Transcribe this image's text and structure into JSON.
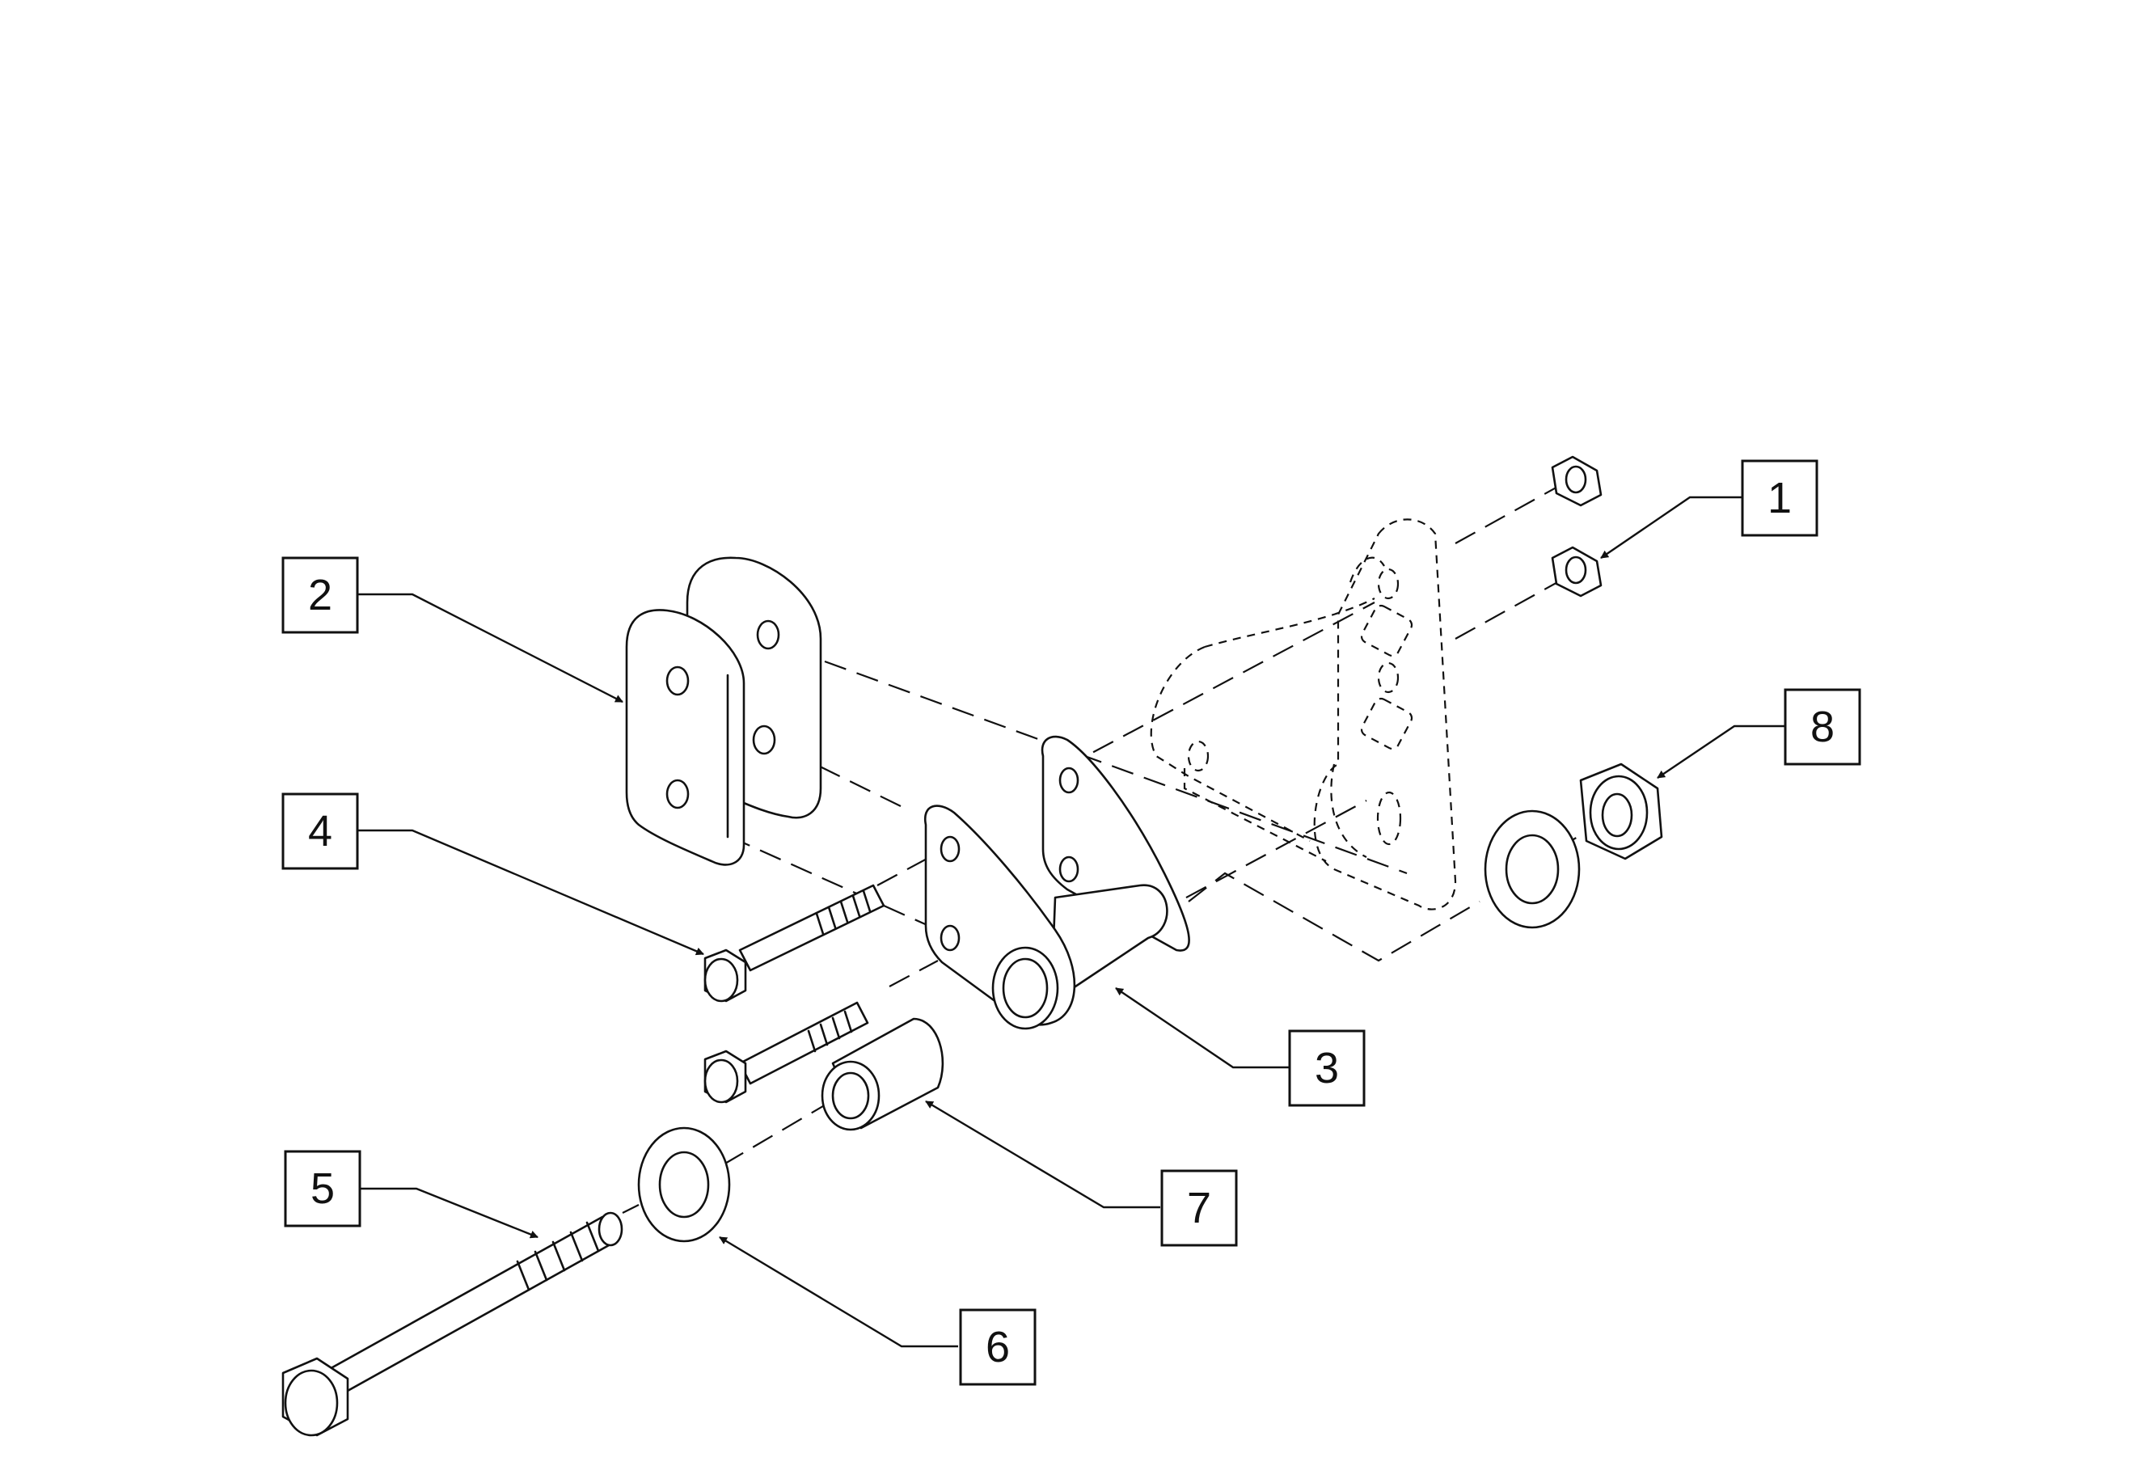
{
  "diagram": {
    "callouts": [
      {
        "number": "1"
      },
      {
        "number": "2"
      },
      {
        "number": "3"
      },
      {
        "number": "4"
      },
      {
        "number": "5"
      },
      {
        "number": "6"
      },
      {
        "number": "7"
      },
      {
        "number": "8"
      }
    ]
  },
  "colors": {
    "line": "#111111",
    "background": "#ffffff"
  }
}
